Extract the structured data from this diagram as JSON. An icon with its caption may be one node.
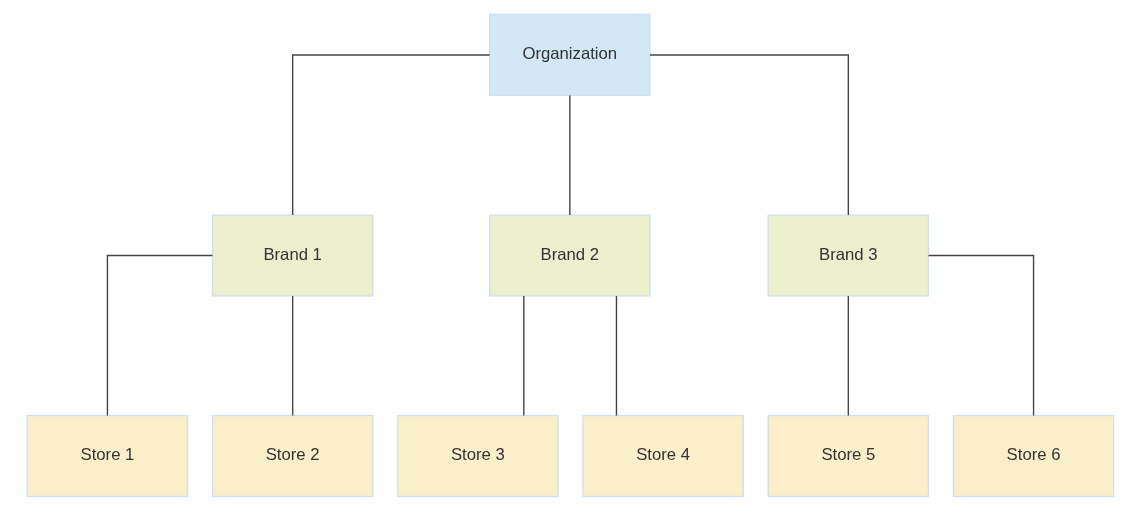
{
  "diagram": {
    "nodes": [
      {
        "text": [
          "Organization"
        ]
      },
      {
        "text": [
          "Brand 1"
        ]
      },
      {
        "text": [
          "Brand 2"
        ]
      },
      {
        "text": [
          "Brand 3"
        ]
      },
      {
        "text": [
          "Store 1"
        ]
      },
      {
        "text": [
          "Store 2"
        ]
      },
      {
        "text": [
          "Store 3"
        ]
      },
      {
        "text": [
          "Store 4"
        ]
      },
      {
        "text": [
          "Store 5"
        ]
      },
      {
        "text": [
          "Store 6"
        ]
      }
    ],
    "edges": [
      {
        "from": 0,
        "to": 1,
        "arrow": "none"
      },
      {
        "from": 0,
        "to": 2,
        "arrow": "none"
      },
      {
        "from": 0,
        "to": 3,
        "arrow": "none"
      },
      {
        "from": 1,
        "to": 4,
        "arrow": "none"
      },
      {
        "from": 1,
        "to": 5,
        "arrow": "none"
      },
      {
        "from": 2,
        "to": 6,
        "arrow": "none"
      },
      {
        "from": 2,
        "to": 7,
        "arrow": "none"
      },
      {
        "from": 3,
        "to": 8,
        "arrow": "none"
      },
      {
        "from": 3,
        "to": 9,
        "arrow": "none"
      }
    ]
  }
}
